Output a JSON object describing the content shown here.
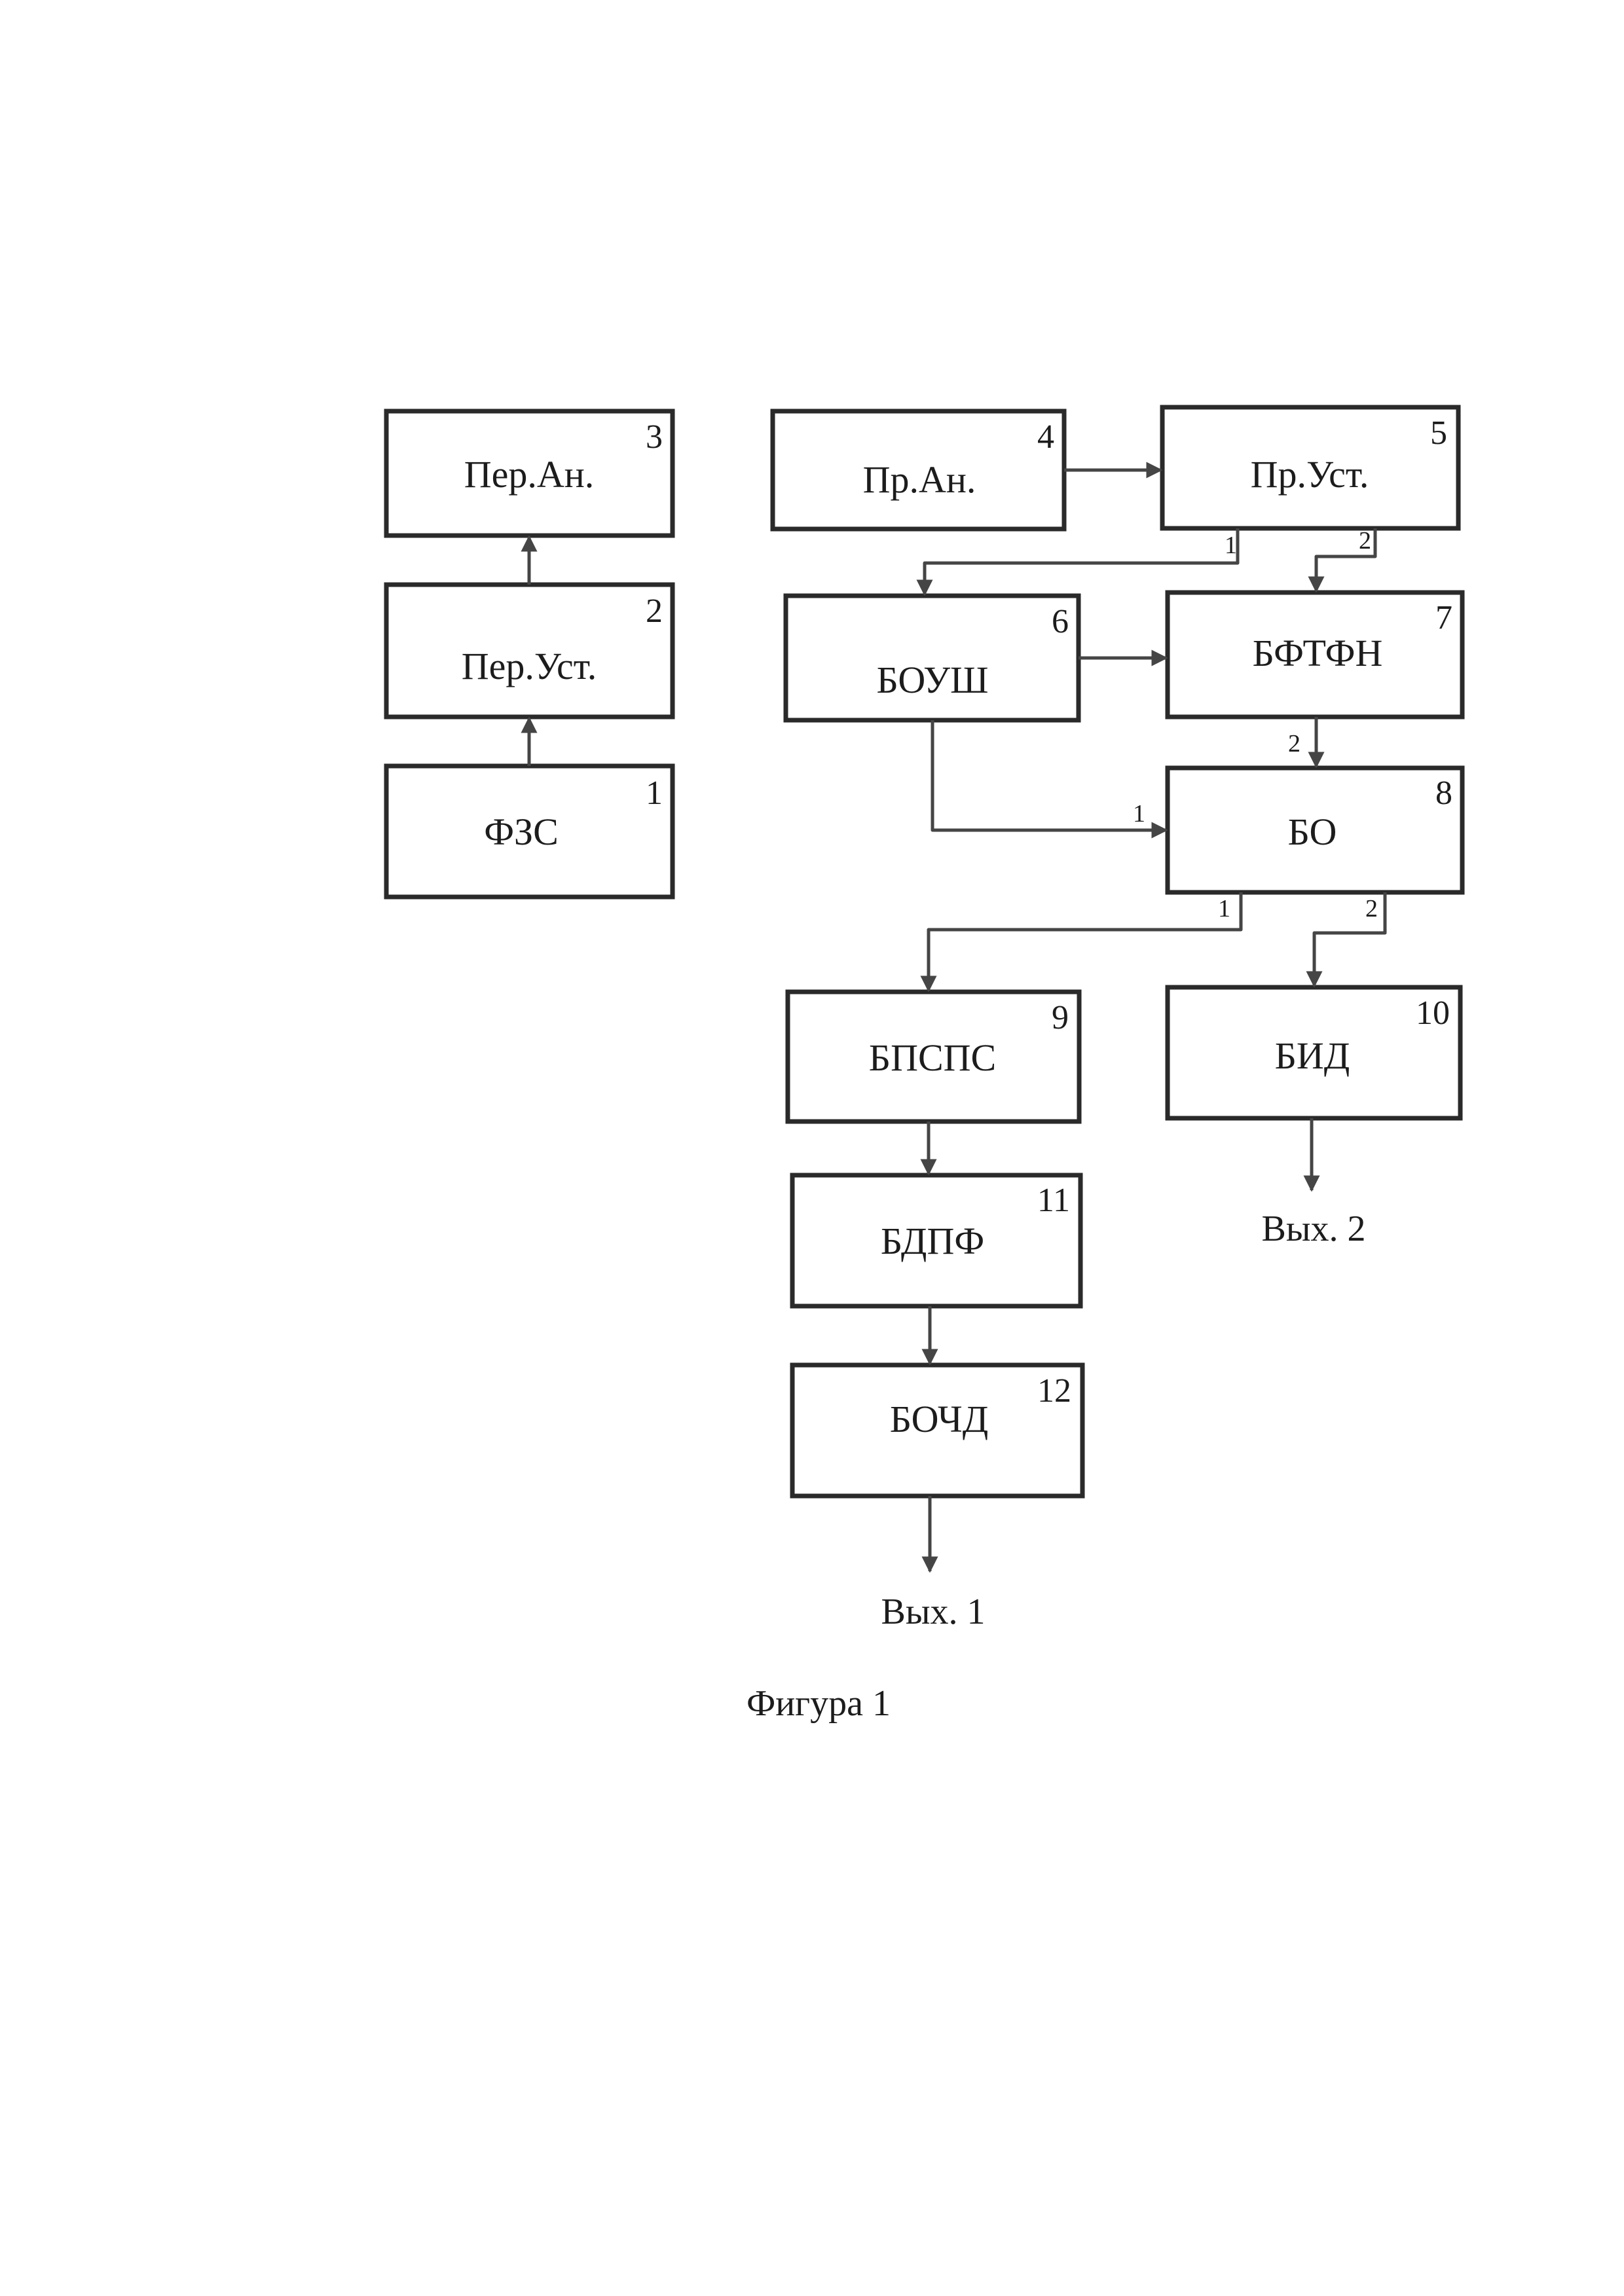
{
  "blocks": {
    "b1": {
      "number": "1",
      "label": "ФЗС"
    },
    "b2": {
      "number": "2",
      "label": "Пер.Уст."
    },
    "b3": {
      "number": "3",
      "label": "Пер.Ан."
    },
    "b4": {
      "number": "4",
      "label": "Пр.Ан."
    },
    "b5": {
      "number": "5",
      "label": "Пр.Уст."
    },
    "b6": {
      "number": "6",
      "label": "БОУШ"
    },
    "b7": {
      "number": "7",
      "label": "БФТФН"
    },
    "b8": {
      "number": "8",
      "label": "БО"
    },
    "b9": {
      "number": "9",
      "label": "БПСПС"
    },
    "b10": {
      "number": "10",
      "label": "БИД"
    },
    "b11": {
      "number": "11",
      "label": "БДПФ"
    },
    "b12": {
      "number": "12",
      "label": "БОЧД"
    }
  },
  "ports": {
    "b5_out1": "1",
    "b5_out2": "2",
    "b8_in1": "1",
    "b8_in2": "2",
    "b8_out1": "1",
    "b8_out2": "2"
  },
  "outputs": {
    "out1": "Вых. 1",
    "out2": "Вых. 2"
  },
  "caption": "Фигура 1",
  "connections": [
    {
      "from": "2",
      "to": "3"
    },
    {
      "from": "1",
      "to": "2"
    },
    {
      "from": "4",
      "to": "5"
    },
    {
      "from": "5",
      "from_port": "1",
      "to": "6"
    },
    {
      "from": "5",
      "from_port": "2",
      "to": "7"
    },
    {
      "from": "6",
      "to": "7"
    },
    {
      "from": "6",
      "to": "8",
      "to_port": "1"
    },
    {
      "from": "7",
      "to": "8",
      "to_port": "2"
    },
    {
      "from": "8",
      "from_port": "1",
      "to": "9"
    },
    {
      "from": "8",
      "from_port": "2",
      "to": "10"
    },
    {
      "from": "9",
      "to": "11"
    },
    {
      "from": "11",
      "to": "12"
    },
    {
      "from": "12",
      "to": "Вых. 1"
    },
    {
      "from": "10",
      "to": "Вых. 2"
    }
  ]
}
